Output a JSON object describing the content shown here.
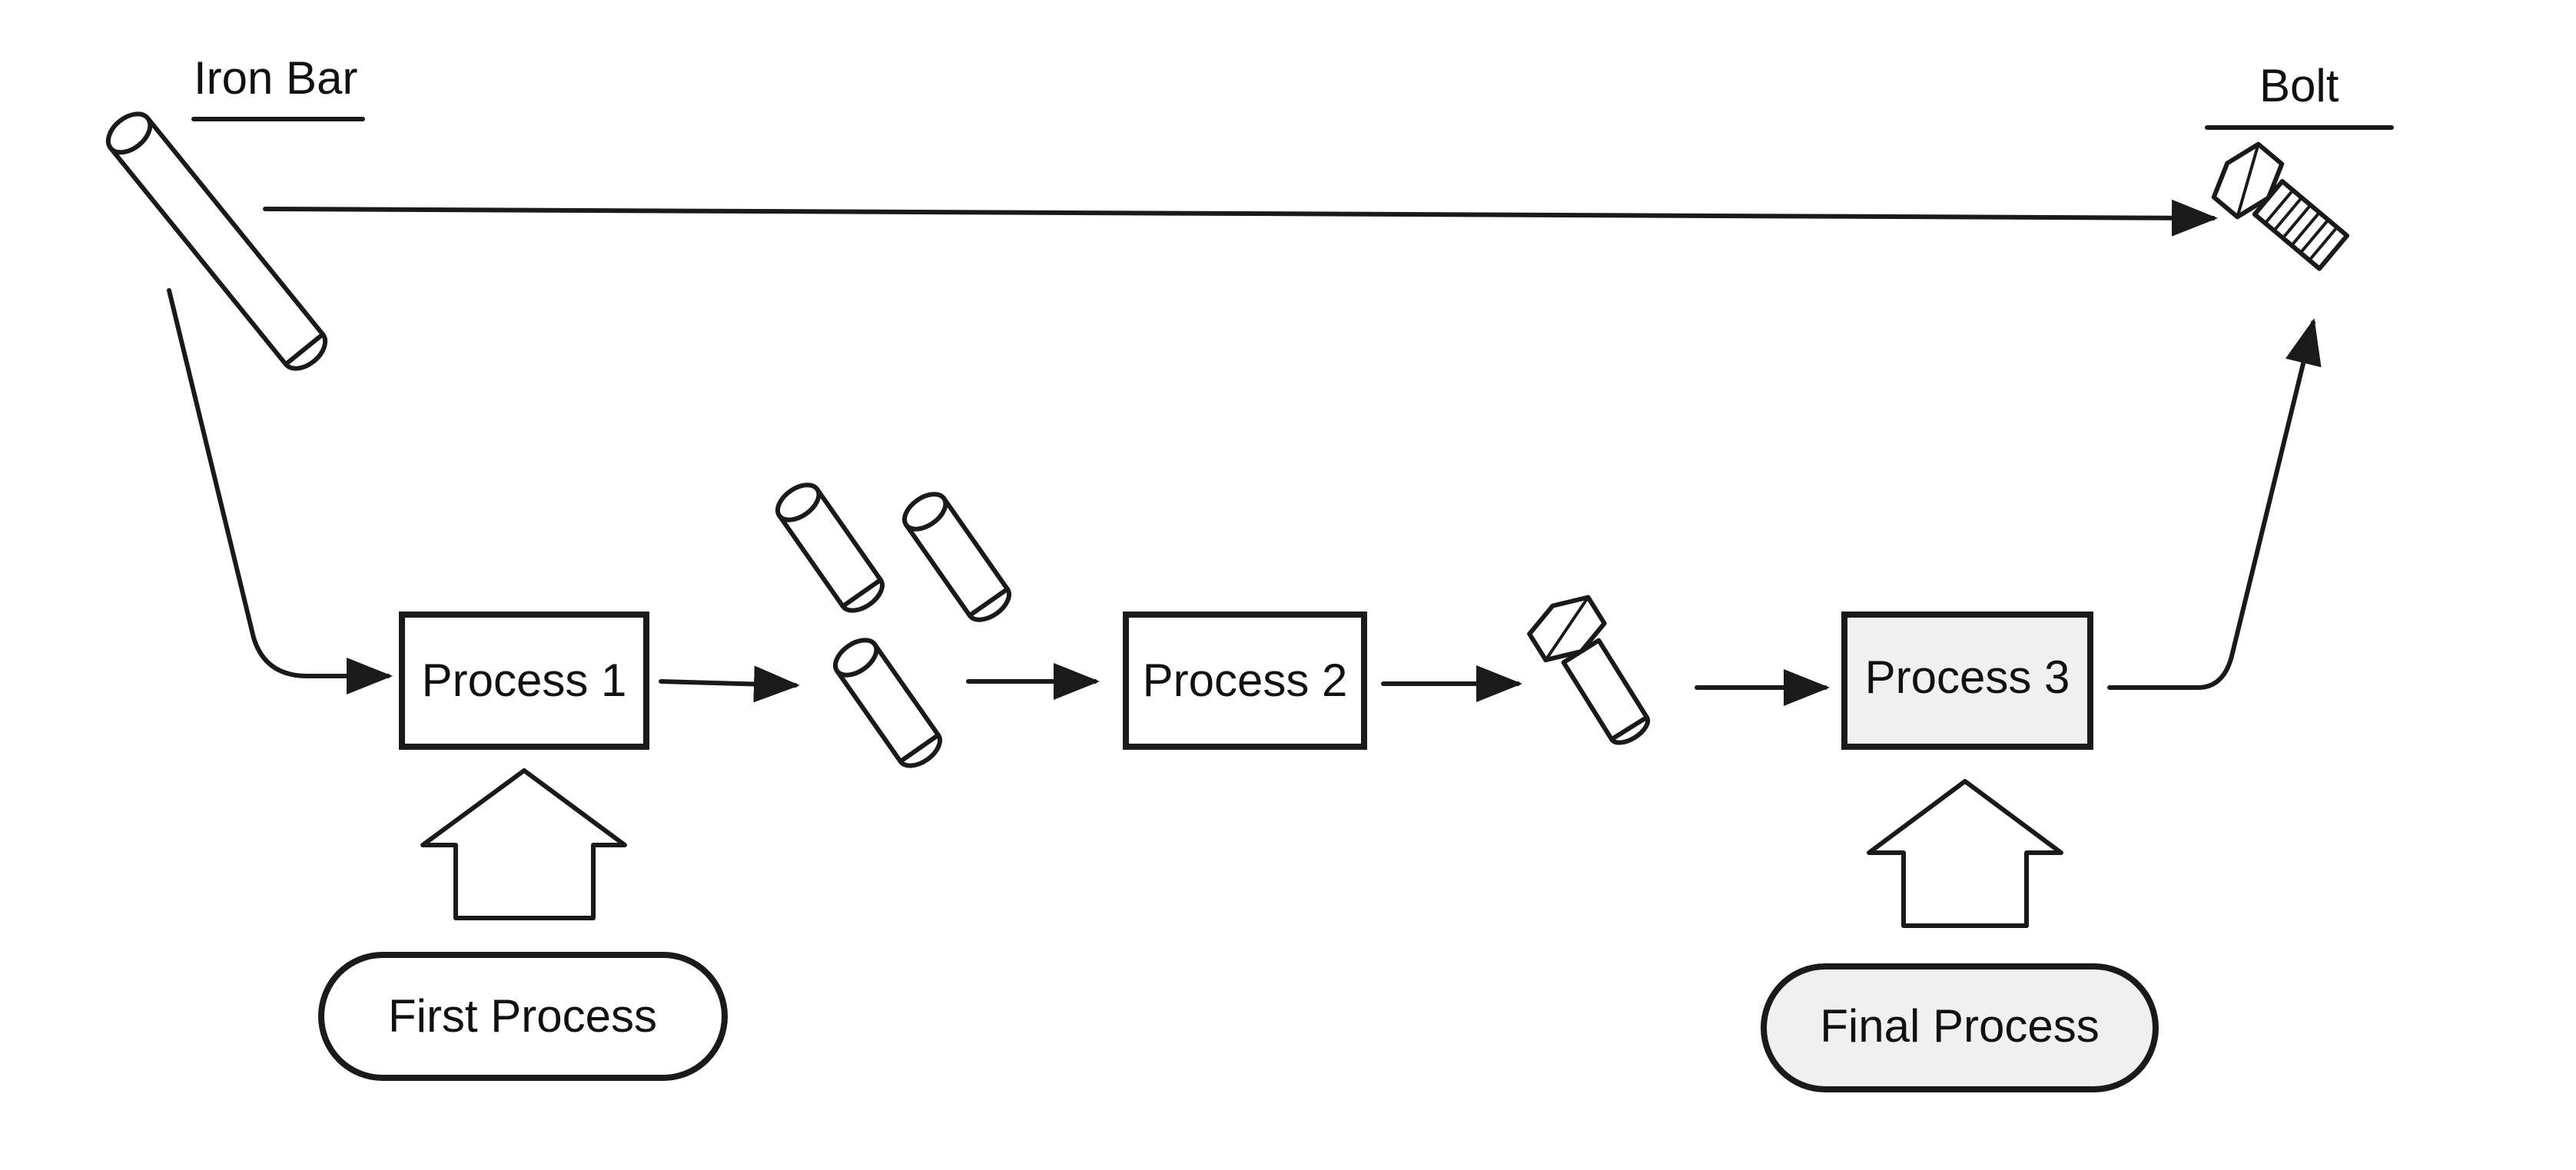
{
  "labels": {
    "iron_bar": "Iron Bar",
    "bolt": "Bolt",
    "process_1": "Process 1",
    "process_2": "Process 2",
    "process_3": "Process 3",
    "first_process": "First Process",
    "final_process": "Final Process"
  },
  "colors": {
    "line": "#1a1a1a",
    "box_fill": "#ffffff",
    "highlight_fill": "#f0f0f0",
    "text": "#111111"
  },
  "icons": [
    "iron-bar-icon",
    "rod-piece-icon",
    "bolt-blank-icon",
    "bolt-icon",
    "input-arrow-icon"
  ]
}
